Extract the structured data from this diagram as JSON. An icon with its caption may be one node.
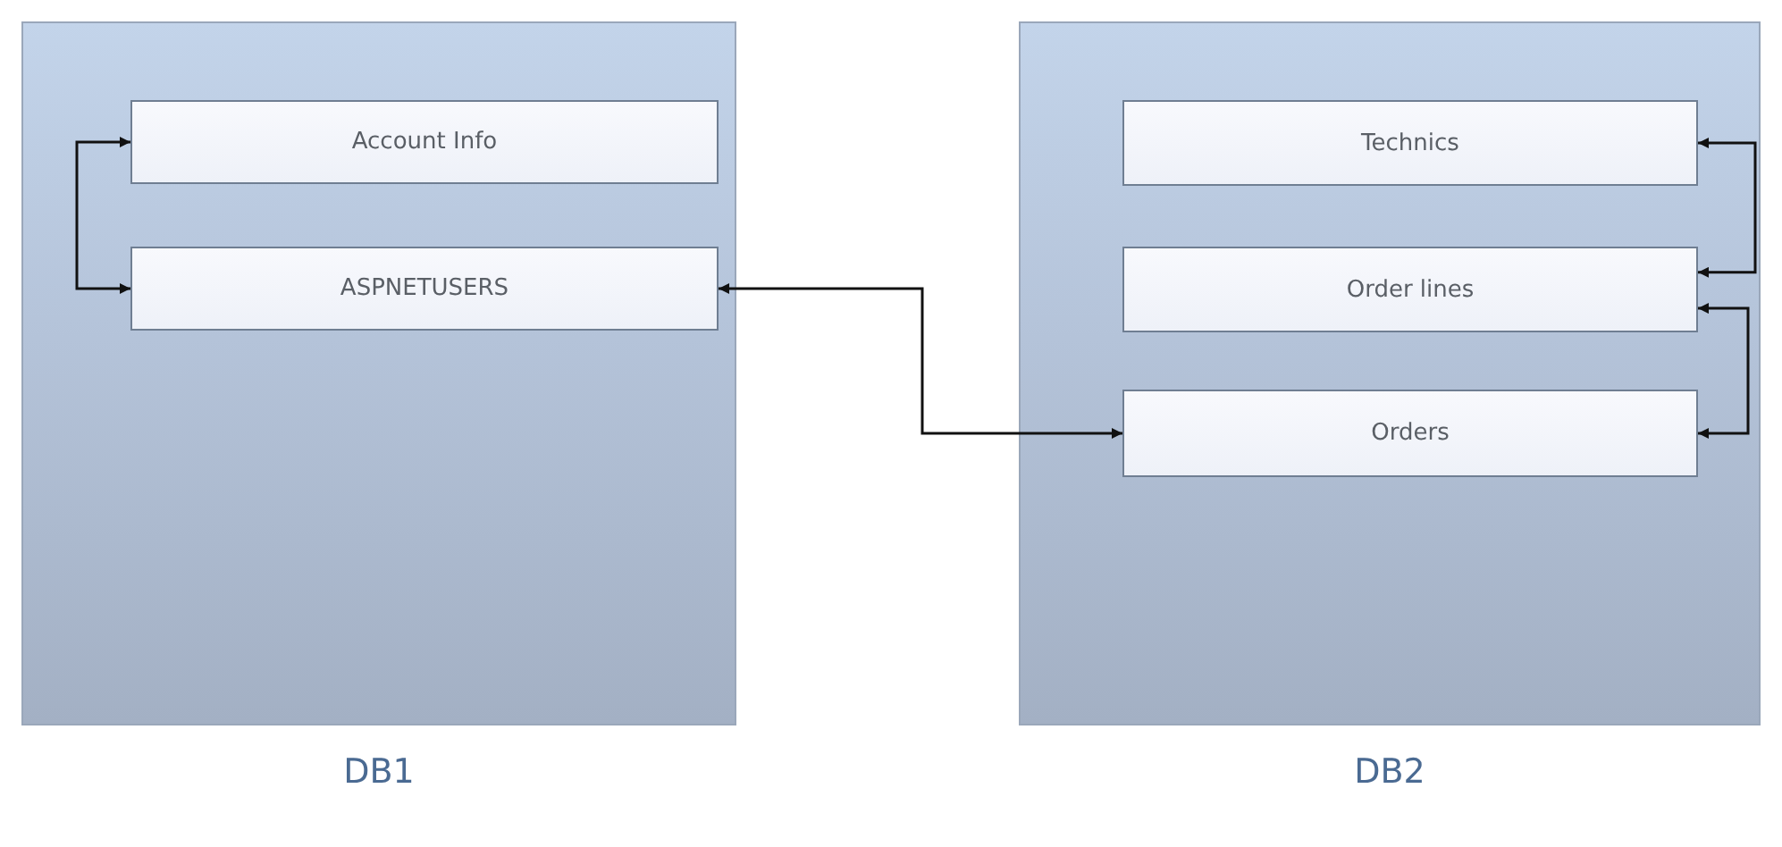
{
  "diagram": {
    "nodes": [
      {
        "text": [
          "DB1"
        ]
      },
      {
        "text": [
          "Account Info"
        ],
        "in": 0
      },
      {
        "text": [
          "ASPNETUSERS"
        ],
        "in": 0
      },
      {
        "text": [
          "DB2"
        ]
      },
      {
        "text": [
          "Technics"
        ],
        "in": 3
      },
      {
        "text": [
          "Order lines"
        ],
        "in": 3
      },
      {
        "text": [
          "Orders"
        ],
        "in": 3
      }
    ],
    "edges": [
      {
        "from": 1,
        "to": 2,
        "arrow": "both"
      },
      {
        "from": 2,
        "to": 6,
        "arrow": "both"
      },
      {
        "from": 4,
        "to": 5,
        "arrow": "both"
      },
      {
        "from": 5,
        "to": 6,
        "arrow": "both"
      }
    ]
  }
}
